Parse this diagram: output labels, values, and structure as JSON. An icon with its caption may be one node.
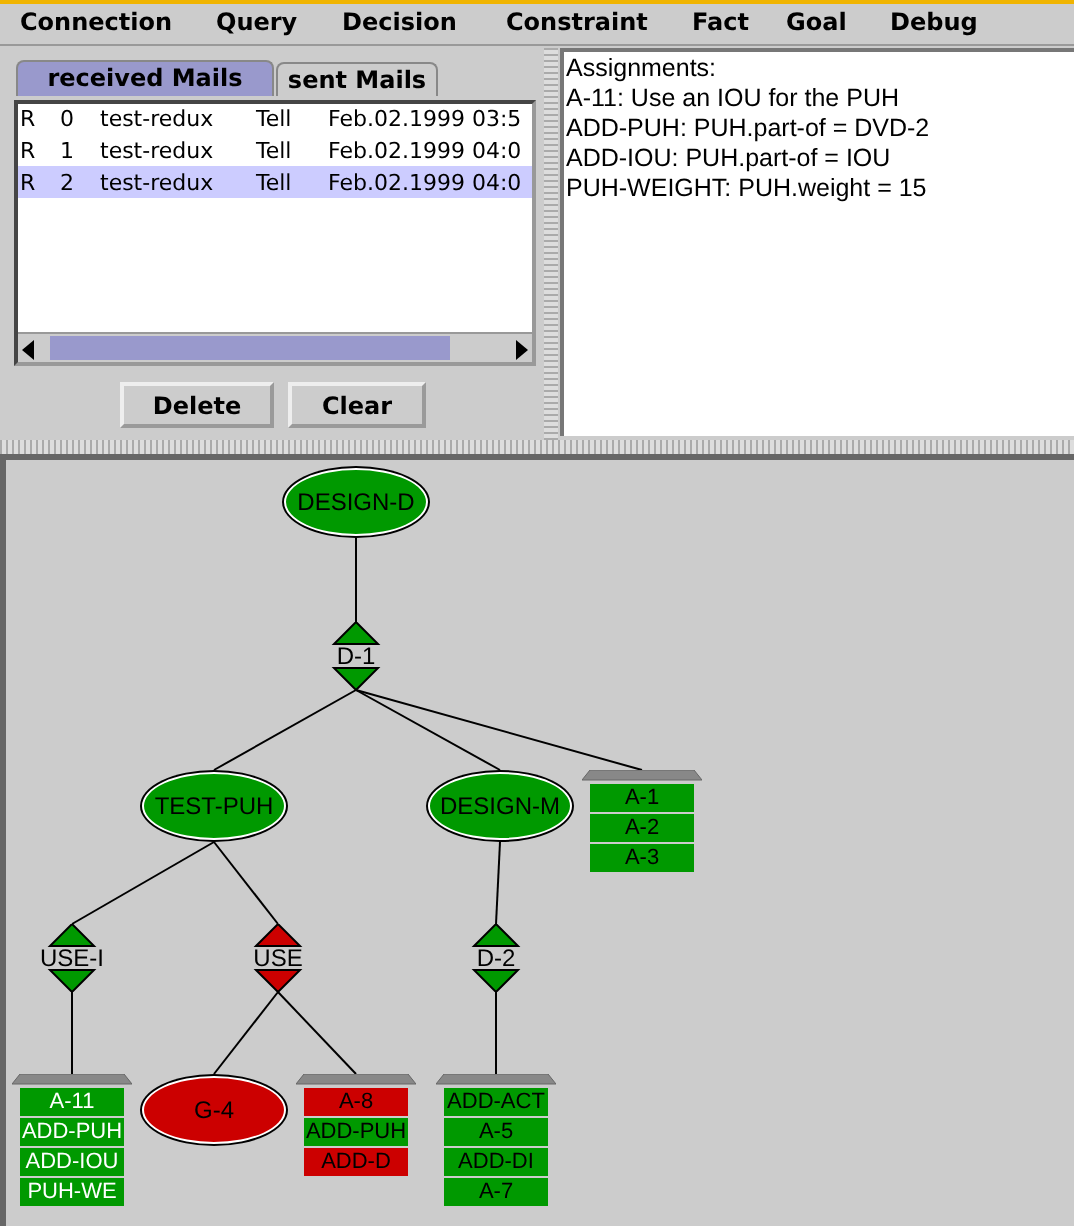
{
  "diagram": {
    "nodes": [
      {
        "text": [
          "DESIGN-D"
        ]
      },
      {
        "text": [
          "D-1"
        ]
      },
      {
        "text": [
          "TEST-PUH"
        ]
      },
      {
        "text": [
          "DESIGN-M"
        ]
      },
      {
        "text": [
          "A-1",
          "A-2",
          "A-3"
        ]
      },
      {
        "text": [
          "USE-I"
        ]
      },
      {
        "text": [
          "USE"
        ]
      },
      {
        "text": [
          "D-2"
        ]
      },
      {
        "text": [
          "A-11",
          "ADD-PUH",
          "ADD-IOU",
          "PUH-WE"
        ]
      },
      {
        "text": [
          "G-4"
        ]
      },
      {
        "text": [
          "A-8",
          "ADD-PUH",
          "ADD-D"
        ]
      },
      {
        "text": [
          "ADD-ACT",
          "A-5",
          "ADD-DI",
          "A-7"
        ]
      }
    ],
    "edges": [
      {
        "from": 0,
        "to": 1,
        "arrow": "none"
      },
      {
        "from": 1,
        "to": 2,
        "arrow": "none"
      },
      {
        "from": 1,
        "to": 3,
        "arrow": "none"
      },
      {
        "from": 1,
        "to": 4,
        "arrow": "none"
      },
      {
        "from": 2,
        "to": 5,
        "arrow": "none"
      },
      {
        "from": 2,
        "to": 6,
        "arrow": "none"
      },
      {
        "from": 3,
        "to": 7,
        "arrow": "none"
      },
      {
        "from": 5,
        "to": 8,
        "arrow": "none"
      },
      {
        "from": 6,
        "to": 9,
        "arrow": "none"
      },
      {
        "from": 6,
        "to": 10,
        "arrow": "none"
      },
      {
        "from": 7,
        "to": 11,
        "arrow": "none"
      }
    ],
    "labels": [
      "Connection",
      "Query",
      "Decision",
      "Constraint",
      "Fact",
      "Goal",
      "Debug",
      "received Mails",
      "sent Mails",
      "R",
      "0",
      "test-redux",
      "Tell",
      "Feb.02.1999 03:5",
      "R",
      "1",
      "test-redux",
      "Tell",
      "Feb.02.1999 04:0",
      "R",
      "2",
      "test-redux",
      "Tell",
      "Feb.02.1999 04:0",
      "Delete",
      "Clear",
      "Assignments:",
      "A-11: Use an IOU for the PUH",
      "ADD-PUH: PUH.part-of = DVD-2",
      "ADD-IOU: PUH.part-of = IOU",
      "PUH-WEIGHT: PUH.weight = 15"
    ]
  }
}
